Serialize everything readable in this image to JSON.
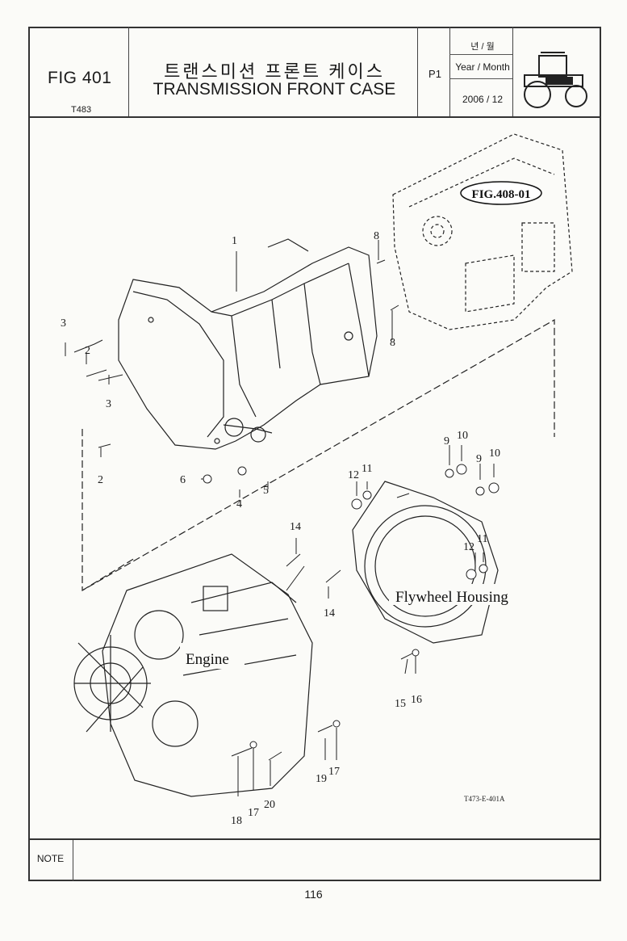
{
  "header": {
    "fig_number": "FIG 401",
    "fig_code": "T483",
    "title_korean": "트랜스미션 프론트 케이스",
    "title_english": "TRANSMISSION FRONT CASE",
    "page_code": "P1",
    "year_month_korean": "년 / 월",
    "year_month_label": "Year / Month",
    "year_month_value": "2006 / 12",
    "tractor_icon": "tractor-icon"
  },
  "drawing": {
    "ref_label": "FIG.408-01",
    "engine_label": "Engine",
    "flywheel_label": "Flywheel Housing",
    "drawing_code": "T473-E-401A",
    "callouts": [
      "1",
      "2",
      "2",
      "3",
      "3",
      "4",
      "5",
      "6",
      "8",
      "8",
      "9",
      "10",
      "9",
      "10",
      "11",
      "12",
      "11",
      "12",
      "14",
      "14",
      "15",
      "16",
      "17",
      "17",
      "18",
      "19",
      "20"
    ]
  },
  "footer": {
    "note_label": "NOTE",
    "page_number": "116"
  },
  "colors": {
    "ink": "#1a1a1a",
    "paper": "#fbfbf8"
  }
}
